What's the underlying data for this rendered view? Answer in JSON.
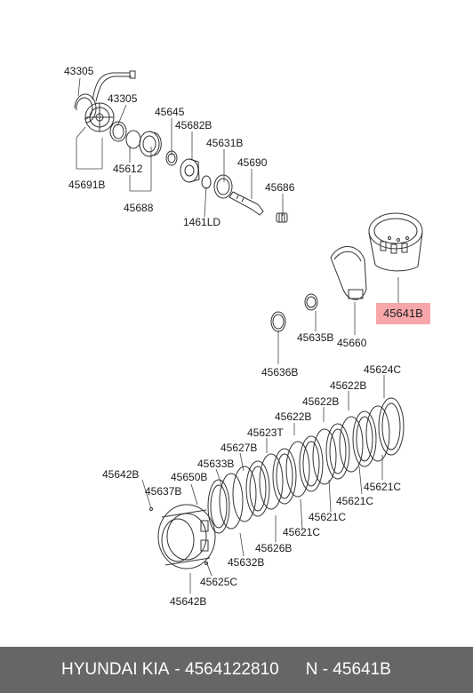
{
  "diagram": {
    "labels": {
      "p43305_a": "43305",
      "p43305_b": "43305",
      "p45691B": "45691B",
      "p45645": "45645",
      "p45682B": "45682B",
      "p45612": "45612",
      "p45631B": "45631B",
      "p45690": "45690",
      "p45688": "45688",
      "p45686": "45686",
      "p1461LD": "1461LD",
      "p45641B": "45641B",
      "p45635B": "45635B",
      "p45660": "45660",
      "p45636B": "45636B",
      "p45624C": "45624C",
      "p45622B_a": "45622B",
      "p45622B_b": "45622B",
      "p45622B_c": "45622B",
      "p45623T": "45623T",
      "p45627B": "45627B",
      "p45633B": "45633B",
      "p45642B_a": "45642B",
      "p45650B": "45650B",
      "p45637B": "45637B",
      "p45621C_a": "45621C",
      "p45621C_b": "45621C",
      "p45621C_c": "45621C",
      "p45621C_d": "45621C",
      "p45626B": "45626B",
      "p45632B": "45632B",
      "p45625C": "45625C",
      "p45642B_b": "45642B"
    },
    "highlight_color": "#f7a7a9"
  },
  "footer": {
    "brand": "HYUNDAI  KIA",
    "part_number": "- 4564122810",
    "reference": "N - 45641B"
  }
}
